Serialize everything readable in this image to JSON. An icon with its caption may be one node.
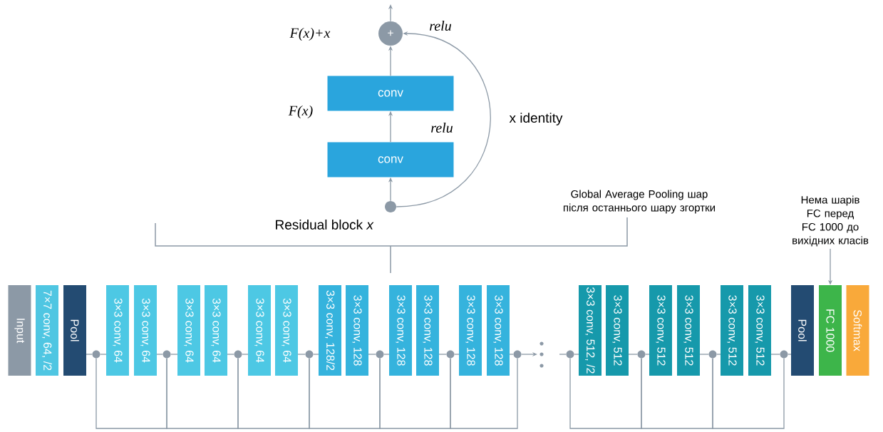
{
  "diagram": {
    "nodes": [
      {
        "text": [
          "+"
        ]
      },
      {
        "text": [
          "conv"
        ]
      },
      {
        "text": [
          "conv"
        ]
      },
      {
        "text": [],
        "shape": "circle"
      },
      {
        "text": [
          "Нема шарів FC перед FC 1000 до вихідних класів"
        ]
      },
      {
        "text": [
          "Input"
        ]
      },
      {
        "text": [
          "7×7 conv, 64, /2"
        ]
      },
      {
        "text": [
          "Pool"
        ]
      },
      {
        "text": [
          "3×3 conv, 64"
        ]
      },
      {
        "text": [
          "3×3 conv, 64"
        ]
      },
      {
        "text": [
          "3×3 conv, 64"
        ]
      },
      {
        "text": [
          "3×3 conv, 64"
        ]
      },
      {
        "text": [
          "3×3 conv, 64"
        ]
      },
      {
        "text": [
          "3×3 conv, 64"
        ]
      },
      {
        "text": [
          "3×3 conv, 128/2"
        ]
      },
      {
        "text": [
          "3×3 conv, 128"
        ]
      },
      {
        "text": [
          "3×3 conv, 128"
        ]
      },
      {
        "text": [
          "3×3 conv, 128"
        ]
      },
      {
        "text": [
          "3×3 conv, 128"
        ]
      },
      {
        "text": [
          "3×3 conv, 128"
        ]
      },
      {
        "text": [
          "3×3 conv, 512, /2"
        ]
      },
      {
        "text": [
          "3×3 conv, 512"
        ]
      },
      {
        "text": [
          "3×3 conv, 512"
        ]
      },
      {
        "text": [
          "3×3 conv, 512"
        ]
      },
      {
        "text": [
          "3×3 conv, 512"
        ]
      },
      {
        "text": [
          "3×3 conv, 512"
        ]
      },
      {
        "text": [
          "Pool"
        ]
      },
      {
        "text": [
          "FC 1000"
        ]
      },
      {
        "text": [
          "Softmax"
        ]
      },
      {
        "text": [],
        "shape": "circle"
      },
      {
        "text": [],
        "shape": "circle"
      },
      {
        "text": [],
        "shape": "circle"
      },
      {
        "text": [],
        "shape": "circle"
      },
      {
        "text": [],
        "shape": "circle"
      },
      {
        "text": [],
        "shape": "circle"
      },
      {
        "text": [],
        "shape": "circle"
      },
      {
        "text": [],
        "shape": "circle"
      },
      {
        "text": [],
        "shape": "circle"
      },
      {
        "text": [],
        "shape": "circle"
      },
      {
        "text": [],
        "shape": "circle"
      }
    ],
    "edges": [
      {
        "from": 3,
        "to": 2,
        "arrow": "to"
      },
      {
        "from": 2,
        "to": 1,
        "arrow": "to"
      },
      {
        "from": 1,
        "to": 0,
        "arrow": "to"
      },
      {
        "from": 3,
        "to": 0,
        "arrow": "to"
      },
      {
        "from": 0,
        "to": null,
        "arrow": "to"
      },
      {
        "from": 4,
        "to": 27,
        "arrow": "to"
      },
      {
        "from": 7,
        "to": 29,
        "arrow": "none"
      },
      {
        "from": 29,
        "to": 8,
        "arrow": "none"
      },
      {
        "from": 9,
        "to": 30,
        "arrow": "none"
      },
      {
        "from": 30,
        "to": 10,
        "arrow": "none"
      },
      {
        "from": 11,
        "to": 31,
        "arrow": "none"
      },
      {
        "from": 31,
        "to": 12,
        "arrow": "none"
      },
      {
        "from": 13,
        "to": 32,
        "arrow": "none"
      },
      {
        "from": 32,
        "to": 14,
        "arrow": "none"
      },
      {
        "from": 15,
        "to": 33,
        "arrow": "none"
      },
      {
        "from": 33,
        "to": 16,
        "arrow": "none"
      },
      {
        "from": 17,
        "to": 34,
        "arrow": "none"
      },
      {
        "from": 34,
        "to": 18,
        "arrow": "none"
      },
      {
        "from": 19,
        "to": 35,
        "arrow": "none"
      },
      {
        "from": 35,
        "to": null,
        "arrow": "to"
      },
      {
        "from": null,
        "to": 36,
        "arrow": "none"
      },
      {
        "from": 36,
        "to": 20,
        "arrow": "none"
      },
      {
        "from": 21,
        "to": 37,
        "arrow": "none"
      },
      {
        "from": 37,
        "to": 22,
        "arrow": "none"
      },
      {
        "from": 23,
        "to": 38,
        "arrow": "none"
      },
      {
        "from": 38,
        "to": 24,
        "arrow": "none"
      },
      {
        "from": 25,
        "to": 39,
        "arrow": "none"
      },
      {
        "from": 39,
        "to": 26,
        "arrow": "none"
      },
      {
        "from": 29,
        "to": 30,
        "arrow": "none"
      },
      {
        "from": 30,
        "to": 31,
        "arrow": "none"
      },
      {
        "from": 31,
        "to": 32,
        "arrow": "none"
      },
      {
        "from": 32,
        "to": 33,
        "arrow": "none"
      },
      {
        "from": 33,
        "to": 34,
        "arrow": "none"
      },
      {
        "from": 34,
        "to": 35,
        "arrow": "none"
      },
      {
        "from": 36,
        "to": 37,
        "arrow": "none"
      },
      {
        "from": 37,
        "to": 38,
        "arrow": "none"
      },
      {
        "from": 38,
        "to": 39,
        "arrow": "none"
      }
    ],
    "labels": [
      "relu",
      "F(x)+x",
      "F(x)",
      "x identity",
      "relu",
      "Global Average Pooling шар після останнього шару згортки",
      "Residual block *x*"
    ]
  }
}
